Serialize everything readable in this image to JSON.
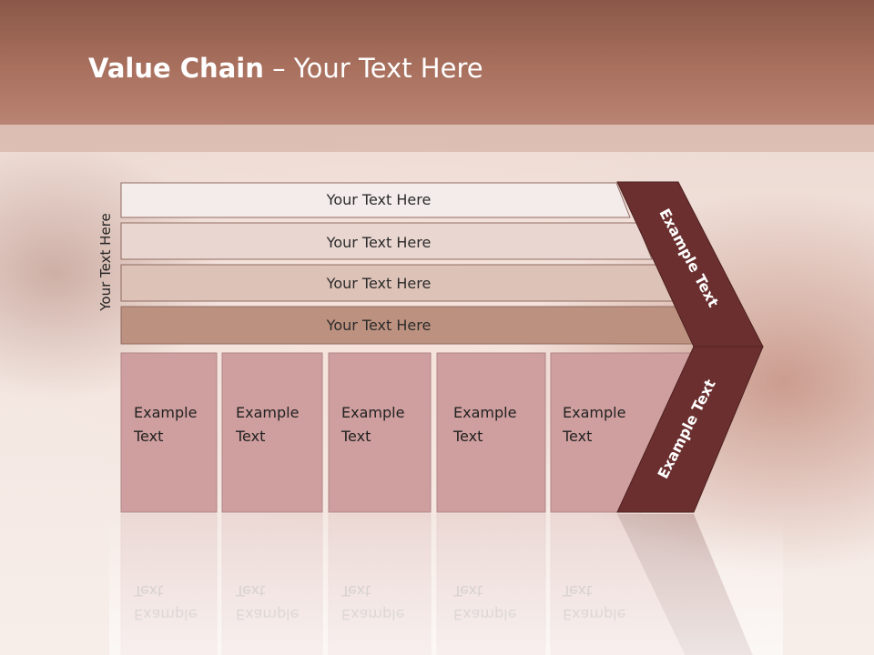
{
  "slide": {
    "title_bold": "Value Chain",
    "title_rest": " – Your Text Here",
    "side_label": "Your Text Here"
  },
  "support_bars": [
    {
      "label": "Your Text Here",
      "color": "#f4eceb"
    },
    {
      "label": "Your Text Here",
      "color": "#e9d6d0"
    },
    {
      "label": "Your Text Here",
      "color": "#ddc2b7"
    },
    {
      "label": "Your Text Here",
      "color": "#bd917f"
    }
  ],
  "primary_boxes": [
    {
      "line1": "Example",
      "line2": "Text"
    },
    {
      "line1": "Example",
      "line2": "Text"
    },
    {
      "line1": "Example",
      "line2": "Text"
    },
    {
      "line1": "Example",
      "line2": "Text"
    },
    {
      "line1": "Example",
      "line2": "Text"
    }
  ],
  "margin_upper": "Example Text",
  "margin_lower": "Example Text",
  "colors": {
    "box_fill": "#cf9e9e",
    "chevron": "#6b2f2f",
    "header": "#a9705e"
  }
}
